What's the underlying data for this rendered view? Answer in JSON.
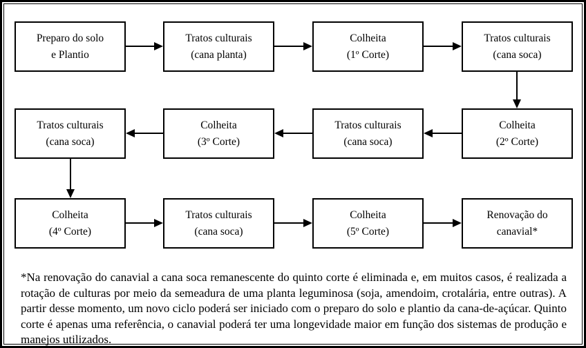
{
  "colors": {
    "background": "#ffffff",
    "line": "#000000",
    "text": "#000000"
  },
  "diagram": {
    "type": "flowchart",
    "boxes": [
      {
        "label": "Preparo do solo\ne Plantio"
      },
      {
        "label": "Tratos culturais\n(cana planta)"
      },
      {
        "label": "Colheita\n(1º Corte)"
      },
      {
        "label": "Tratos culturais\n(cana soca)"
      },
      {
        "label": "Colheita\n(2º Corte)"
      },
      {
        "label": "Tratos culturais\n(cana soca)"
      },
      {
        "label": "Colheita\n(3º Corte)"
      },
      {
        "label": "Tratos culturais\n(cana soca)"
      },
      {
        "label": "Colheita\n(4º Corte)"
      },
      {
        "label": "Tratos culturais\n(cana soca)"
      },
      {
        "label": "Colheita\n(5º Corte)"
      },
      {
        "label": "Renovação do\ncanavial*"
      }
    ],
    "connections": [
      [
        0,
        1
      ],
      [
        1,
        2
      ],
      [
        2,
        3
      ],
      [
        3,
        4
      ],
      [
        4,
        5
      ],
      [
        5,
        6
      ],
      [
        6,
        7
      ],
      [
        7,
        8
      ],
      [
        8,
        9
      ],
      [
        9,
        10
      ],
      [
        10,
        11
      ]
    ],
    "footnote": "*Na renovação do canavial a cana soca remanescente do quinto corte é eliminada e, em muitos casos, é realizada a rotação de culturas por meio da semeadura de uma planta leguminosa (soja, amendoim, crotalária, entre outras). A partir desse momento, um novo ciclo poderá ser iniciado com o preparo do solo e plantio da cana-de-açúcar. Quinto corte é apenas uma referência, o canavial poderá ter uma longevidade maior em função dos sistemas de produção e manejos utilizados."
  }
}
